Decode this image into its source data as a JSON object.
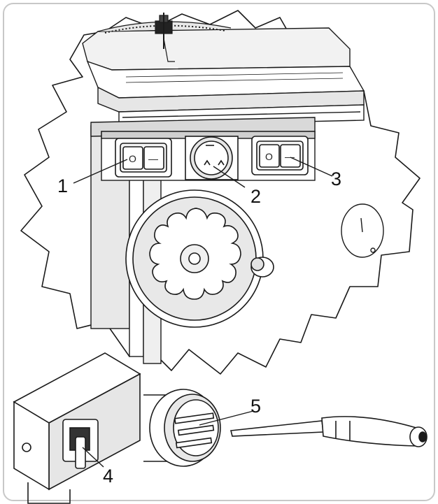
{
  "figure": {
    "callouts": [
      {
        "id": "1",
        "label": "1"
      },
      {
        "id": "2",
        "label": "2"
      },
      {
        "id": "3",
        "label": "3"
      },
      {
        "id": "4",
        "label": "4"
      },
      {
        "id": "5",
        "label": "5"
      }
    ],
    "switch_left": {
      "on_symbol": "O",
      "off_symbol": "—"
    },
    "switch_right": {
      "on_symbol": "O",
      "off_symbol": "—"
    }
  },
  "colors": {
    "line": "#1a1a1a",
    "frame": "#c8c8c8",
    "shade": "#bdbdbd",
    "fill": "#ffffff"
  }
}
